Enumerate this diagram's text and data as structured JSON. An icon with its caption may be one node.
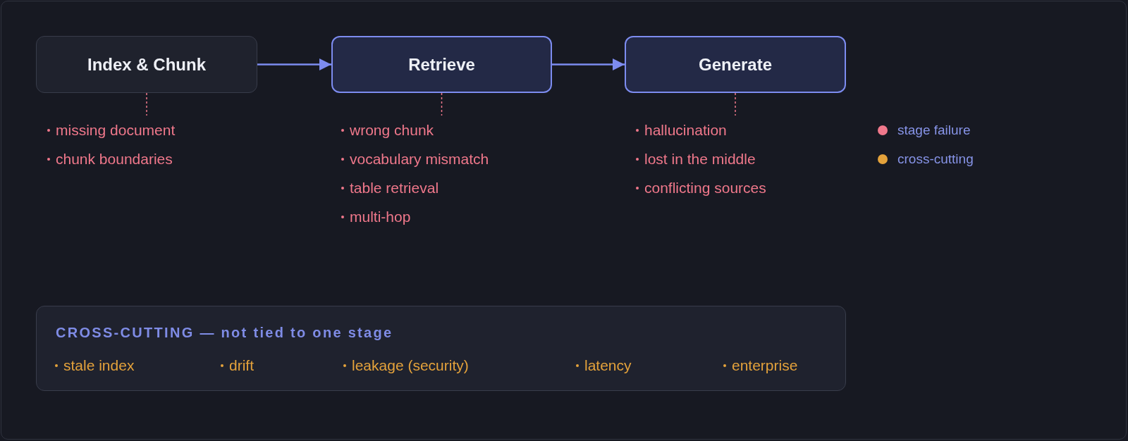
{
  "diagram": {
    "nodes": [
      {
        "text": [
          "Index & Chunk"
        ]
      },
      {
        "text": [
          "Retrieve"
        ]
      },
      {
        "text": [
          "Generate"
        ]
      },
      {
        "text": [
          "missing document",
          "chunk boundaries"
        ]
      },
      {
        "text": [
          "wrong chunk",
          "vocabulary mismatch",
          "table retrieval",
          "multi-hop"
        ]
      },
      {
        "text": [
          "hallucination",
          "lost in the middle",
          "conflicting sources"
        ]
      },
      {
        "text": [
          "CROSS-CUTTING — not tied to one stage",
          "stale index",
          "drift",
          "leakage (security)",
          "latency",
          "enterprise"
        ]
      }
    ],
    "edges": [
      {
        "from": 0,
        "to": 1,
        "arrow": "to",
        "color": "#7d8cf0"
      },
      {
        "from": 1,
        "to": 2,
        "arrow": "to",
        "color": "#7d8cf0"
      },
      {
        "from": 0,
        "to": 3,
        "arrow": "none",
        "style": "dashed",
        "color": "#f0788b"
      },
      {
        "from": 1,
        "to": 4,
        "arrow": "none",
        "style": "dashed",
        "color": "#f0788b"
      },
      {
        "from": 2,
        "to": 5,
        "arrow": "none",
        "style": "dashed",
        "color": "#f0788b"
      }
    ],
    "legend": [
      {
        "text": "stage failure",
        "color": "#f0788b"
      },
      {
        "text": "cross-cutting",
        "color": "#e4a23b"
      }
    ]
  }
}
